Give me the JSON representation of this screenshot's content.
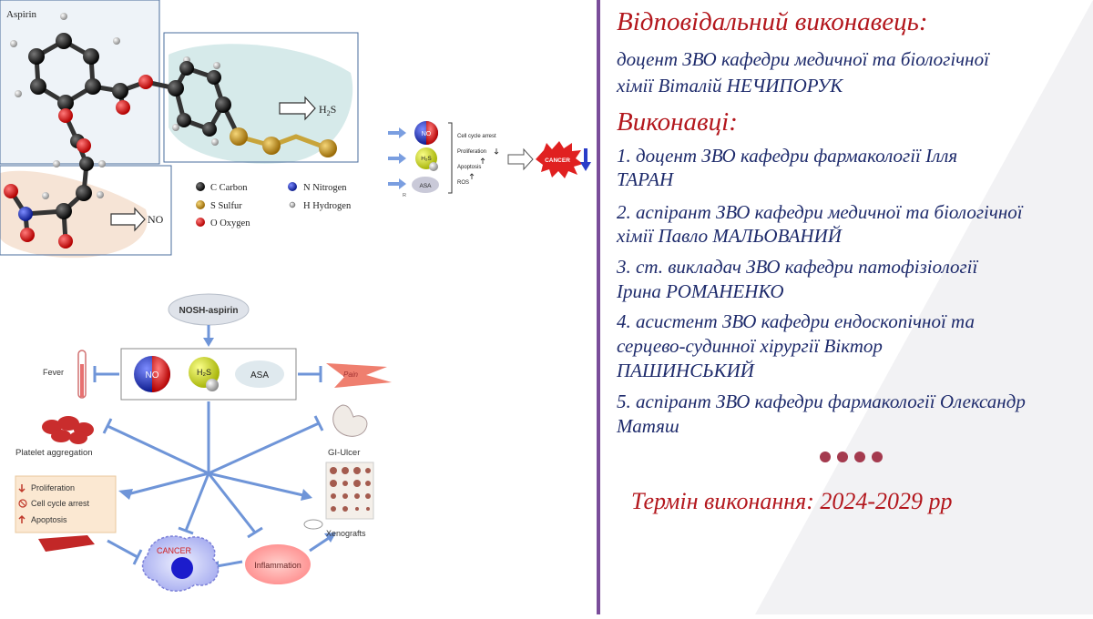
{
  "figure1": {
    "title": "Aspirin",
    "h2s_label_main": "H",
    "h2s_label_sub": "2",
    "h2s_label_end": "S",
    "no_label": "NO",
    "legend": [
      {
        "symbol": "C",
        "name": "Carbon"
      },
      {
        "symbol": "N",
        "name": "Nitrogen"
      },
      {
        "symbol": "S",
        "name": "Sulfur"
      },
      {
        "symbol": "H",
        "name": "Hydrogen"
      },
      {
        "symbol": "O",
        "name": "Oxygen"
      }
    ]
  },
  "figure2": {
    "no_ball": "NO",
    "h2s_ball": "H₂S",
    "asa_ball": "ASA",
    "r_label": "R",
    "effects": [
      "Cell cycle arrest",
      "Proliferation",
      "Apoptosis",
      "ROS"
    ],
    "cancer_label": "CANCER"
  },
  "figure3": {
    "top_label": "NOSH-aspirin",
    "no_ball": "NO",
    "h2s_ball": "H₂S",
    "asa_ball": "ASA",
    "fever": "Fever",
    "pain": "Pain",
    "platelet": "Platelet aggregation",
    "gi_ulcer": "GI-Ulcer",
    "box_items": [
      "Proliferation",
      "Cell cycle arrest",
      "Apoptosis"
    ],
    "cancer": "CANCER",
    "inflammation": "Inflammation",
    "xenografts": "Xenografts"
  },
  "right_panel": {
    "responsible_title": "Відповідальний виконавець:",
    "responsible_lines": [
      "доцент ЗВО кафедри медичної та біологічної",
      "хімії Віталій НЕЧИПОРУК"
    ],
    "executors_title": "Виконавці:",
    "executor_lines": [
      "1. доцент ЗВО кафедри фармакології Ілля",
      "ТАРАН",
      "2. аспірант ЗВО кафедри медичної та біологічної",
      "хімії Павло МАЛЬОВАНИЙ",
      "3. ст. викладач ЗВО кафедри патофізіології",
      "Ірина РОМАНЕНКО",
      "4. асистент ЗВО кафедри ендоскопічної та",
      "серцево-судинної хірургії  Віктор",
      "ПАШИНСЬКИЙ",
      "5. аспірант ЗВО кафедри фармакології Олександр",
      "Матяш"
    ],
    "term": "Термін виконання: 2024-2029 рр"
  },
  "colors": {
    "heading_red": "#b3171d",
    "body_blue": "#1d2a6b",
    "divider_purple": "#7a4d9a",
    "dots": "#a43a4e"
  }
}
